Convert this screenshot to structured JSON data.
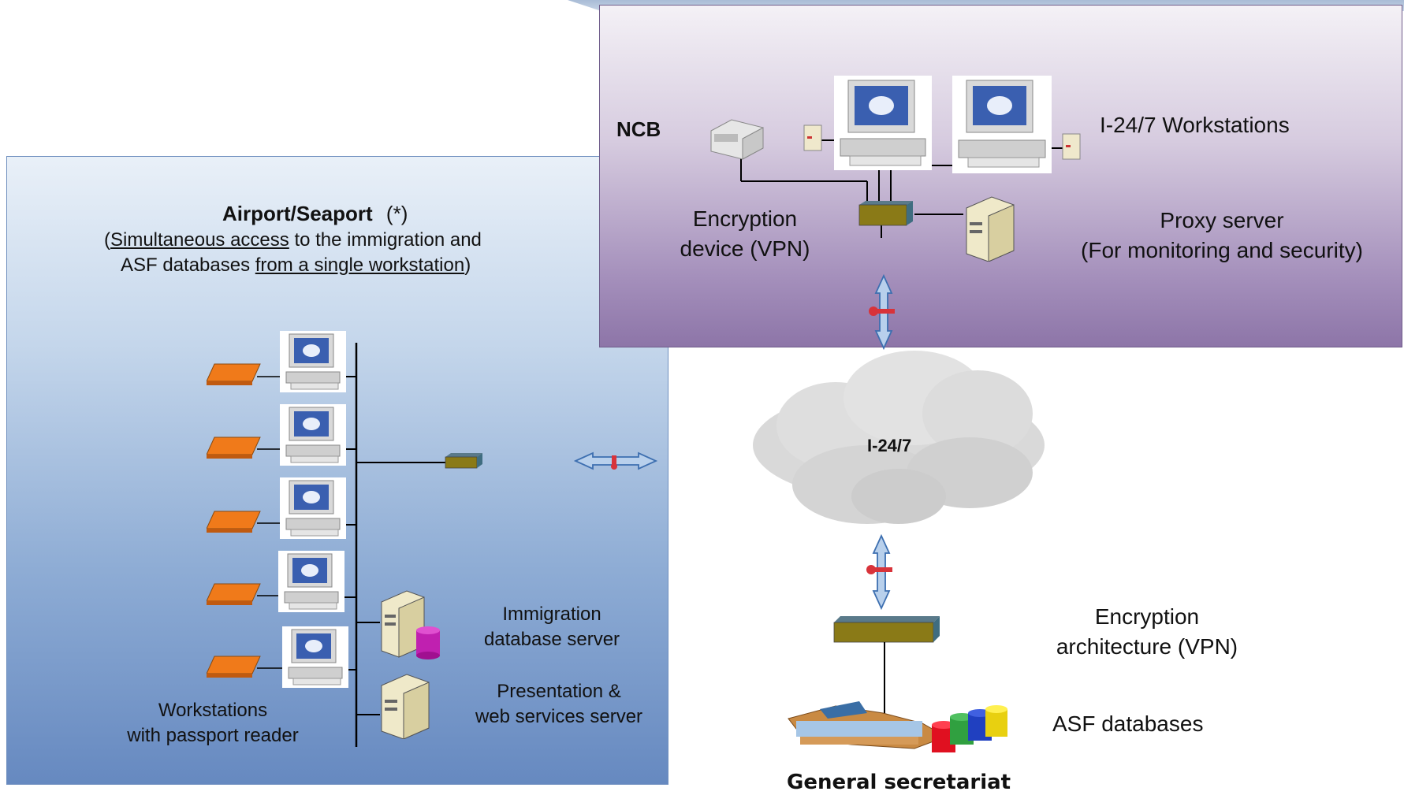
{
  "airport": {
    "title": "Airport/Seaport",
    "title_note": "(*)",
    "subtitle_open": "(",
    "subtitle_link1": "Simultaneous access",
    "subtitle_mid": " to the immigration and",
    "subtitle_line2a": "ASF databases ",
    "subtitle_link2": "from a single workstation",
    "subtitle_close": ")",
    "workstations_label_1": "Workstations",
    "workstations_label_2": "with passport reader",
    "immigration_label_1": "Immigration",
    "immigration_label_2": "database server",
    "presentation_label_1": "Presentation &",
    "presentation_label_2": "web services server"
  },
  "ncb": {
    "title": "NCB",
    "workstations_label": "I-24/7 Workstations",
    "encryption_label_1": "Encryption",
    "encryption_label_2": "device (VPN)",
    "proxy_label_1": "Proxy server",
    "proxy_label_2": "(For monitoring and security)"
  },
  "network": {
    "cloud_label": "I-24/7"
  },
  "general_secretariat": {
    "encryption_label_1": "Encryption",
    "encryption_label_2": "architecture (VPN)",
    "databases_label": "ASF databases",
    "title": "General secretariat"
  },
  "colors": {
    "airport_panel": "#8fadd5",
    "ncb_panel": "#a48fbb",
    "encryption_device": "#8a7a17",
    "passport_reader": "#f07a1a",
    "arrow": "#4a7fc1",
    "key": "#d8333a"
  }
}
